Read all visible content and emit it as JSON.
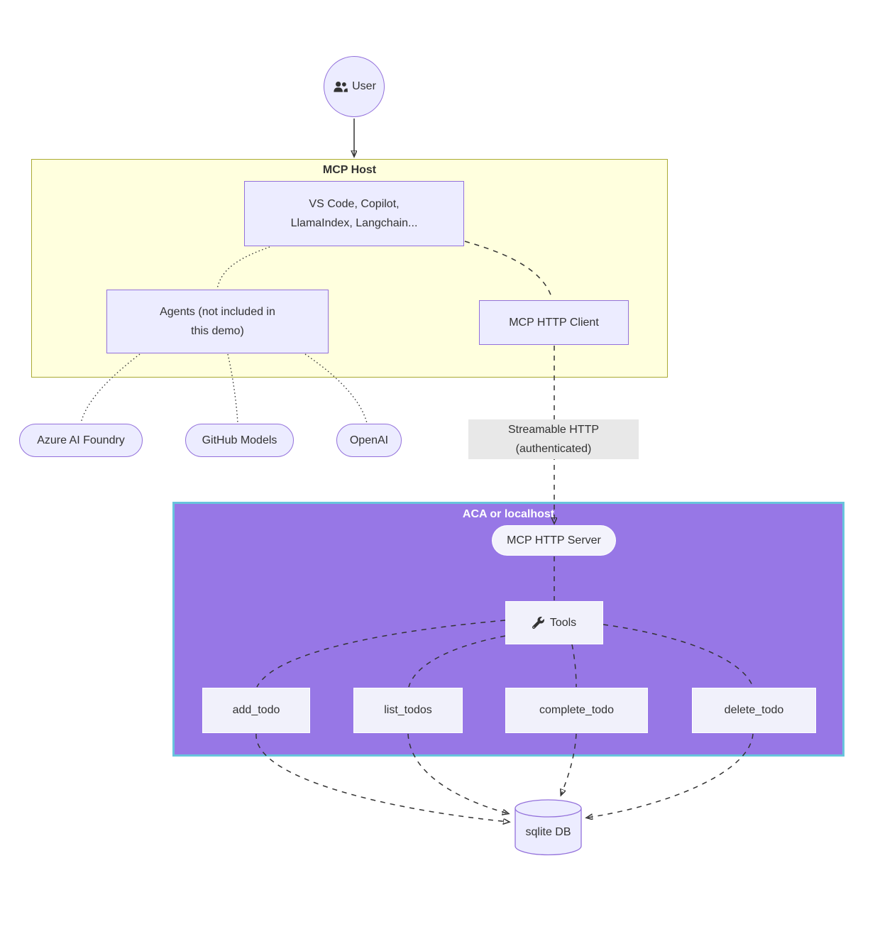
{
  "diagram": {
    "user": {
      "label": "User"
    },
    "mcp_host": {
      "title": "MCP Host",
      "client_apps": {
        "line1": "VS Code, Copilot,",
        "line2": "LlamaIndex, Langchain..."
      },
      "agents": {
        "line1": "Agents (not included in",
        "line2": "this demo)"
      },
      "http_client": {
        "label": "MCP HTTP Client"
      }
    },
    "model_providers": [
      {
        "label": "Azure AI Foundry"
      },
      {
        "label": "GitHub Models"
      },
      {
        "label": "OpenAI"
      }
    ],
    "edge_label": {
      "line1": "Streamable HTTP",
      "line2": "(authenticated)"
    },
    "aca": {
      "title": "ACA or localhost",
      "server": {
        "label": "MCP HTTP Server"
      },
      "tools": {
        "label": "Tools"
      },
      "tool_nodes": [
        {
          "label": "add_todo"
        },
        {
          "label": "list_todos"
        },
        {
          "label": "complete_todo"
        },
        {
          "label": "delete_todo"
        }
      ]
    },
    "database": {
      "label": "sqlite DB"
    },
    "icons": {
      "user": "users-icon",
      "tools": "wrench-icon",
      "database": "database-cylinder"
    },
    "colors": {
      "node_fill": "#ECECFF",
      "node_border": "#9370DB",
      "host_fill": "#FFFFDE",
      "host_border": "#AAAA33",
      "aca_fill": "#9777E6",
      "aca_border": "#68C4DC",
      "inner_node_fill": "#F1F1FB",
      "edge": "#333333",
      "edge_label_bg": "#E8E8E8"
    }
  }
}
